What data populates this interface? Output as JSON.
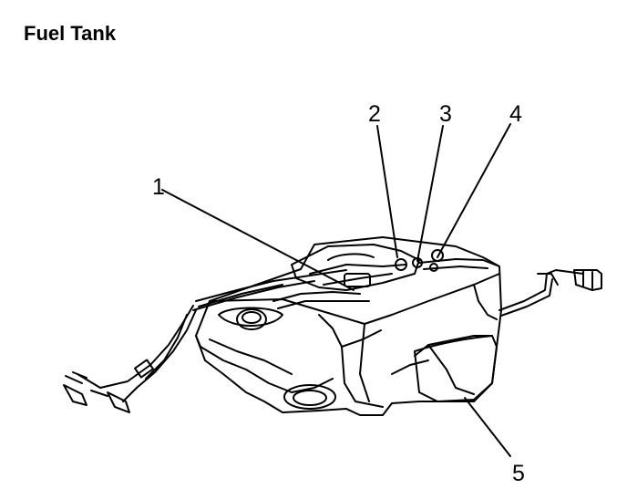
{
  "title": "Fuel Tank",
  "callouts": [
    "1",
    "2",
    "3",
    "4",
    "5"
  ]
}
